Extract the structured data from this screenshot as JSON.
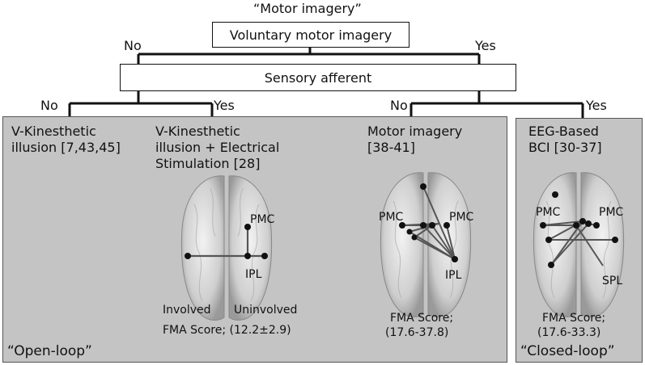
{
  "title": "“Motor imagery”",
  "level1": {
    "box": "Voluntary motor imagery",
    "no": "No",
    "yes": "Yes"
  },
  "level2": {
    "box": "Sensory afferent",
    "no_left": "No",
    "yes_left": "Yes",
    "no_right": "No",
    "yes_right": "Yes"
  },
  "open_panel": {
    "loop_label": "“Open-loop”",
    "col1": {
      "line1": "V-Kinesthetic",
      "line2": "illusion [7,43,45]"
    },
    "col2": {
      "line1": "V-Kinesthetic",
      "line2": "illusion + Electrical",
      "line3": "Stimulation [28]",
      "regions": [
        "PMC",
        "IPL"
      ],
      "side_left": "Involved",
      "side_right": "Uninvolved",
      "fma": "FMA Score; (12.2±2.9)"
    },
    "col3": {
      "line1": "Motor imagery",
      "line2": "[38-41]",
      "regions": [
        "PMC",
        "PMC",
        "IPL"
      ],
      "fma_line1": "FMA Score;",
      "fma_line2": "(17.6-37.8)"
    }
  },
  "closed_panel": {
    "loop_label": "“Closed-loop”",
    "line1": "EEG-Based",
    "line2": "BCI [30-37]",
    "regions": [
      "PMC",
      "PMC",
      "SPL"
    ],
    "fma_line1": "FMA Score;",
    "fma_line2": "(17.6-33.3)"
  },
  "colors": {
    "panel_fill": "#c4c4c4",
    "brain": "#d8d8d8",
    "connection": "#555555",
    "node": "#111111"
  }
}
